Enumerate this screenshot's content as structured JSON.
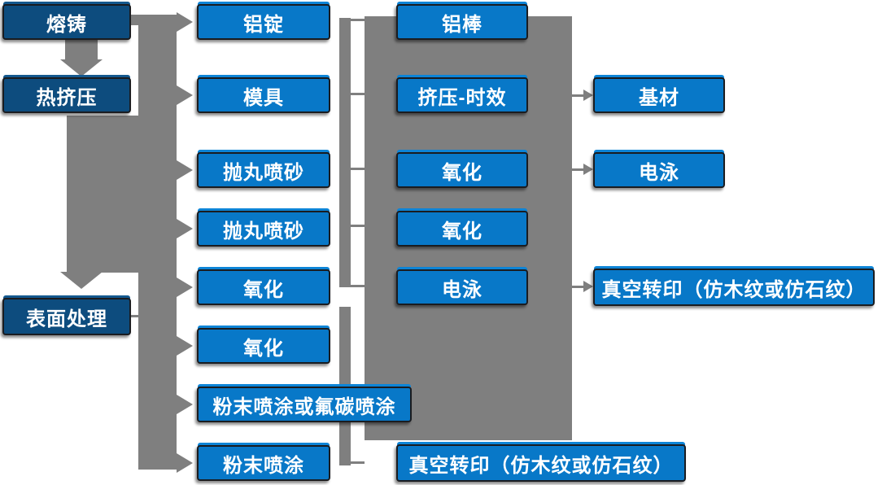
{
  "diagram_type": "flowchart",
  "language": "zh-CN",
  "colors": {
    "stage_box_fill": "#0D4C7E",
    "process_box_fill": "#0878C8",
    "box_border": "#1A1C20",
    "connector_gray": "#7F7F7F",
    "text": "#FFFFFF",
    "background": "#FFFFFF"
  },
  "nodes": {
    "melt_cast": "熔铸",
    "hot_extrusion": "热挤压",
    "surface_treatment": "表面处理",
    "al_ingot": "铝锭",
    "mold": "模具",
    "shot_blast_1": "抛丸喷砂",
    "shot_blast_2": "抛丸喷砂",
    "oxidation_a": "氧化",
    "oxidation_b": "氧化",
    "powder_or_fluorocarbon": "粉末喷涂或氟碳喷涂",
    "powder_coating": "粉末喷涂",
    "al_rod": "铝棒",
    "extrusion_aging": "挤压-时效",
    "oxidation_c": "氧化",
    "oxidation_d": "氧化",
    "electrophoresis_a": "电泳",
    "vacuum_transfer_a": "真空转印（仿木纹或仿石纹）",
    "base_material": "基材",
    "electrophoresis_b": "电泳",
    "vacuum_transfer_b": "真空转印（仿木纹或仿石纹）"
  }
}
